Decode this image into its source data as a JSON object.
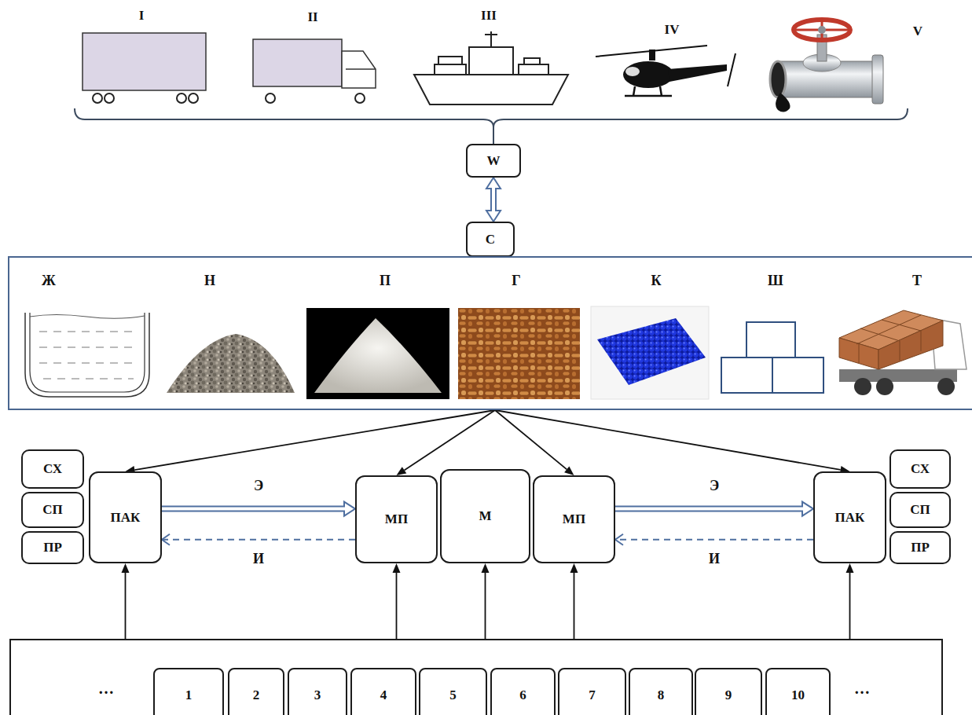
{
  "diagram": {
    "nodes": [
      {
        "text": [
          "W"
        ]
      },
      {
        "text": [
          "С"
        ]
      },
      {
        "text": [
          "Ж",
          "Н",
          "П",
          "Г",
          "К",
          "Ш",
          "Т"
        ]
      },
      {
        "text": [
          "СХ"
        ]
      },
      {
        "text": [
          "СП"
        ]
      },
      {
        "text": [
          "ПР"
        ]
      },
      {
        "text": [
          "ПАК"
        ]
      },
      {
        "text": [
          "МП"
        ]
      },
      {
        "text": [
          "М"
        ]
      },
      {
        "text": [
          "МП"
        ]
      },
      {
        "text": [
          "ПАК"
        ]
      },
      {
        "text": [
          "СХ"
        ]
      },
      {
        "text": [
          "СП"
        ]
      },
      {
        "text": [
          "ПР"
        ]
      },
      {
        "text": [
          "…",
          "…"
        ]
      },
      {
        "text": [
          "1"
        ],
        "in": 14
      },
      {
        "text": [
          "2"
        ],
        "in": 14
      },
      {
        "text": [
          "3"
        ],
        "in": 14
      },
      {
        "text": [
          "4"
        ],
        "in": 14
      },
      {
        "text": [
          "5"
        ],
        "in": 14
      },
      {
        "text": [
          "6"
        ],
        "in": 14
      },
      {
        "text": [
          "7"
        ],
        "in": 14
      },
      {
        "text": [
          "8"
        ],
        "in": 14
      },
      {
        "text": [
          "9"
        ],
        "in": 14
      },
      {
        "text": [
          "10"
        ],
        "in": 14
      }
    ],
    "edges": [
      {
        "from": 0,
        "to": 1,
        "arrow": "both"
      },
      {
        "from": 2,
        "to": 6,
        "arrow": "to"
      },
      {
        "from": 2,
        "to": 7,
        "arrow": "to"
      },
      {
        "from": 2,
        "to": 9,
        "arrow": "to"
      },
      {
        "from": 2,
        "to": 10,
        "arrow": "to"
      },
      {
        "from": 6,
        "to": 7,
        "label": "Э",
        "arrow": "to"
      },
      {
        "from": 7,
        "to": 6,
        "label": "И",
        "arrow": "to"
      },
      {
        "from": 9,
        "to": 10,
        "label": "Э",
        "arrow": "to"
      },
      {
        "from": 10,
        "to": 9,
        "label": "И",
        "arrow": "to"
      },
      {
        "from": 14,
        "to": 6,
        "arrow": "to"
      },
      {
        "from": 14,
        "to": 7,
        "arrow": "to"
      },
      {
        "from": 14,
        "to": 8,
        "arrow": "to"
      },
      {
        "from": 14,
        "to": 9,
        "arrow": "to"
      },
      {
        "from": 14,
        "to": 10,
        "arrow": "to"
      }
    ],
    "labels": [
      "I",
      "II",
      "III",
      "IV",
      "V"
    ]
  }
}
